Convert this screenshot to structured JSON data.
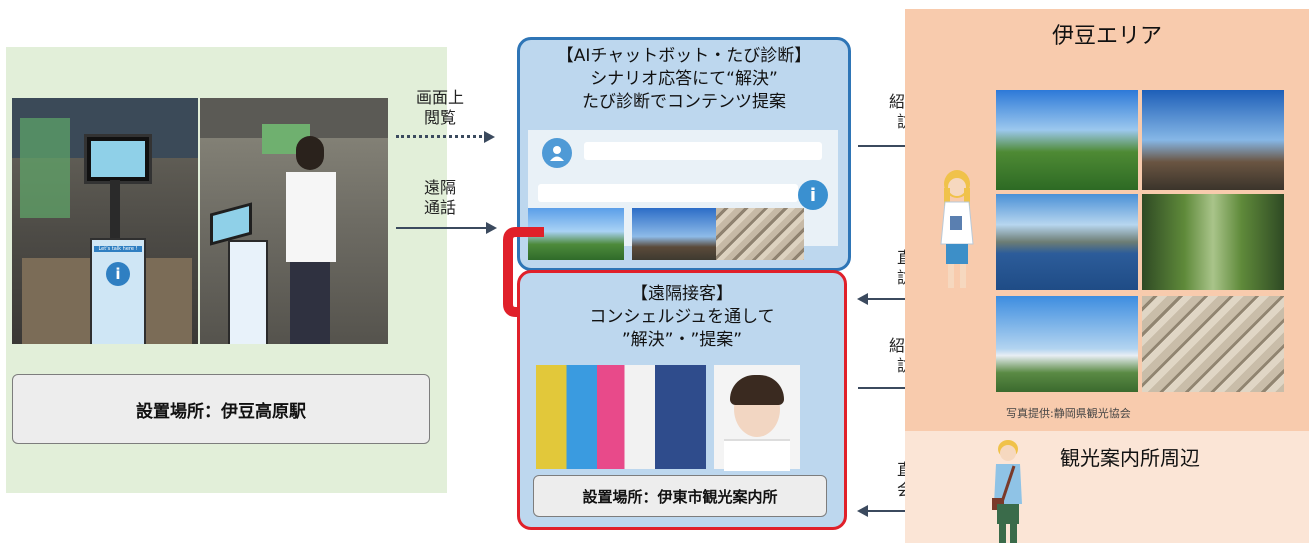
{
  "left": {
    "location_label": "設置場所：伊豆高原駅",
    "kiosk_banner": "Let's talk here !"
  },
  "arrows": {
    "screen_view": [
      "画面上",
      "閲覧"
    ],
    "remote_call": [
      "遠隔",
      "通話"
    ],
    "intro_visit_1": [
      "紹介先",
      "訪問"
    ],
    "direct_visit": [
      "直接",
      "訪問"
    ],
    "intro_visit_2": [
      "紹介先",
      "訪問"
    ],
    "direct_talk": [
      "直接",
      "会話"
    ]
  },
  "ai_box": {
    "title_lines": [
      "【AIチャットボット・たび診断】",
      "シナリオ応答にて“解決”",
      "たび診断でコンテンツ提案"
    ],
    "info_icon": "i"
  },
  "remote_box": {
    "title_lines": [
      "【遠隔接客】",
      "コンシェルジュを通して",
      "”解決”・”提案”"
    ],
    "location_label": "設置場所：伊東市観光案内所"
  },
  "right": {
    "area_title": "伊豆エリア",
    "photo_credit": "写真提供:静岡県観光協会",
    "nearby_title": "観光案内所周辺"
  },
  "colors": {
    "left_panel": "#e2efd9",
    "ai_border": "#2e75b6",
    "remote_border": "#e0202a",
    "box_fill": "#bdd7ee",
    "izu_bg": "#f8cbad",
    "nearby_bg": "#fbe5d6",
    "arrow": "#3b4a5e"
  }
}
